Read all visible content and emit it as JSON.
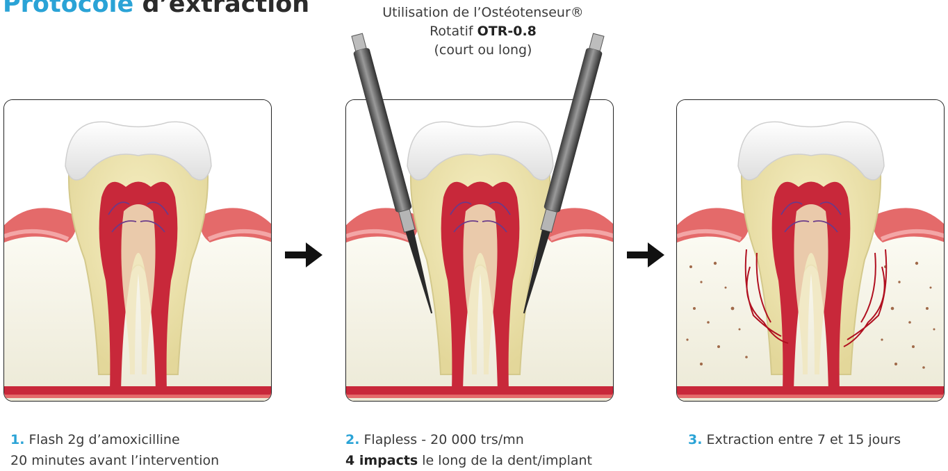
{
  "header": {
    "title_accent": "Protocole",
    "title_rest": "d’extraction"
  },
  "tool_caption": {
    "line1": "Utilisation de l’Ostéotenseur®",
    "line2_prefix": "Rotatif",
    "line2_bold": "OTR-0.8",
    "line3": "(court ou long)"
  },
  "steps": [
    {
      "number": "1.",
      "line1": "Flash 2g d’amoxicilline",
      "line2": "20 minutes avant l’intervention"
    },
    {
      "number": "2.",
      "line1": "Flapless - 20 000 trs/mn",
      "line2_bold": "4 impacts",
      "line2_rest": "le long de la dent/implant"
    },
    {
      "number": "3.",
      "line1": "Extraction entre 7 et 15 jours"
    }
  ],
  "icons": {
    "arrow": "arrow-right-icon",
    "tool": "osteotensor-drill-icon",
    "tooth": "tooth-cross-section-icon"
  },
  "colors": {
    "accent": "#2aa3d6",
    "gum": "#e46a6a",
    "pulp": "#c8283a",
    "dentin": "#efe6b0",
    "enamel": "#f3f3f3",
    "bone": "#f4f2e6"
  }
}
